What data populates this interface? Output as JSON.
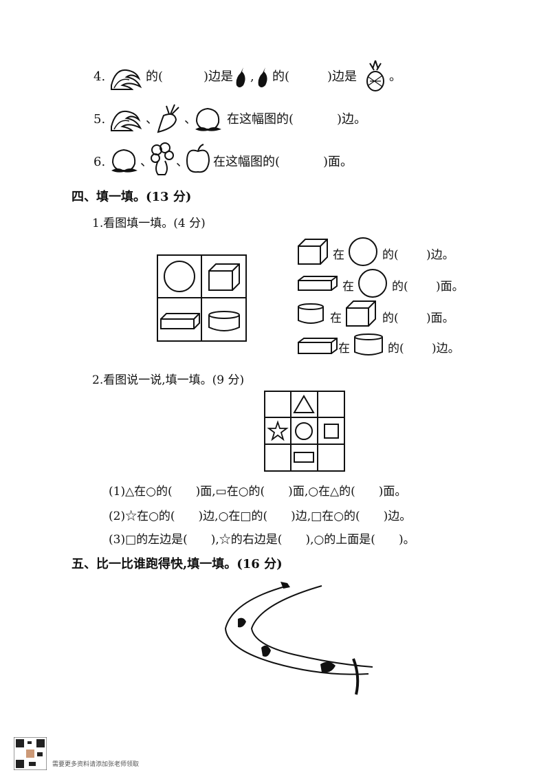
{
  "q4": {
    "num": "4.",
    "t1": "的(",
    "t2": ")边是",
    "t3": ",",
    "t4": "的(",
    "t5": ")边是",
    "t6": "。",
    "icons": [
      "wave-icon",
      "eggplant-icon",
      "eggplant-icon",
      "pineapple-icon"
    ]
  },
  "q5": {
    "num": "5.",
    "sep1": "、",
    "sep2": "、",
    "t1": "在这幅图的(",
    "t2": ")边。",
    "icons": [
      "wave-icon",
      "radish-icon",
      "peach-icon"
    ]
  },
  "q6": {
    "num": "6.",
    "sep1": "、",
    "sep2": "、",
    "t1": "在这幅图的(",
    "t2": ")面。",
    "icons": [
      "peach-icon",
      "cauliflower-icon",
      "apple-icon"
    ]
  },
  "section4": {
    "title": "四、填一填。(13 分)"
  },
  "s4q1": {
    "title": "1.看图填一填。(4 分)",
    "grid": [
      "circle-icon",
      "cube-icon",
      "cuboid-icon",
      "cylinder-icon"
    ],
    "rows": [
      {
        "a": "在",
        "b": "的(",
        "c": ")边。"
      },
      {
        "a": "在",
        "b": "的(",
        "c": ")面。"
      },
      {
        "a": "在",
        "b": "的(",
        "c": ")面。"
      },
      {
        "a": "在",
        "b": "的(",
        "c": ")边。"
      }
    ]
  },
  "s4q2": {
    "title": "2.看图说一说,填一填。(9 分)",
    "lines": [
      "(1)△在○的(　　)面,▭在○的(　　)面,○在△的(　　)面。",
      "(2)☆在○的(　　)边,○在□的(　　)边,□在○的(　　)边。",
      "(3)□的左边是(　　),☆的右边是(　　),○的上面是(　　)。"
    ]
  },
  "section5": {
    "title": "五、比一比谁跑得快,填一填。(16 分)"
  },
  "footer": {
    "text": "需要更多资料请添加张老师领取"
  }
}
